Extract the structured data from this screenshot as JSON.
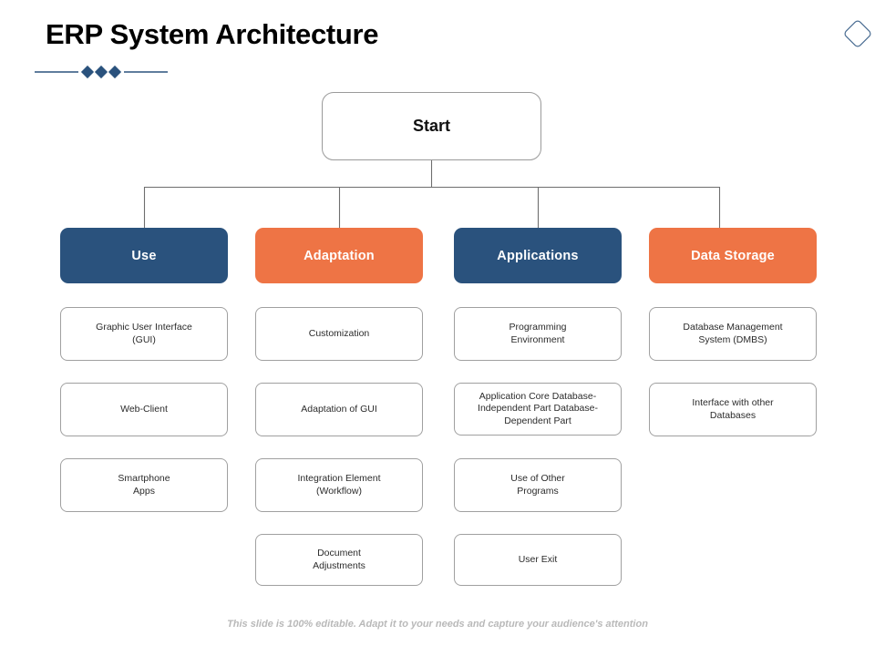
{
  "slide": {
    "title": "ERP System Architecture",
    "footer_note": "This slide is 100% editable. Adapt it to your needs and capture your audience's attention",
    "decor": {
      "title_rule_icon": "diamond-rule-icon",
      "corner_icon": "diamond-outline-icon"
    }
  },
  "colors": {
    "navy": "#2a527d",
    "orange": "#ee7445",
    "box_border": "#a0a0a0",
    "connector": "#6e6e6e",
    "footer_text": "#b9b9b9",
    "title_text": "#000000"
  },
  "chart_data": {
    "type": "diagram",
    "title": "ERP System Architecture",
    "root": "Start",
    "columns": [
      {
        "header": "Use",
        "color": "navy",
        "items": [
          "Graphic User Interface (GUI)",
          "Web-Client",
          "Smartphone Apps"
        ]
      },
      {
        "header": "Adaptation",
        "color": "orange",
        "items": [
          "Customization",
          "Adaptation of GUI",
          "Integration Element (Workflow)",
          "Document Adjustments"
        ]
      },
      {
        "header": "Applications",
        "color": "navy",
        "items": [
          "Programming Environment",
          "Application Core Database-Independent Part Database-Dependent Part",
          "Use of Other Programs",
          "User Exit"
        ]
      },
      {
        "header": "Data Storage",
        "color": "orange",
        "items": [
          "Database Management System (DMBS)",
          "Interface with other Databases"
        ]
      }
    ]
  },
  "nodes": {
    "start": "Start",
    "col1": {
      "header": "Use",
      "item1_line1": "Graphic User Interface",
      "item1_line2": "(GUI)",
      "item2_line1": "Web-Client",
      "item3_line1": "Smartphone",
      "item3_line2": "Apps"
    },
    "col2": {
      "header": "Adaptation",
      "item1_line1": "Customization",
      "item2_line1": "Adaptation of GUI",
      "item3_line1": "Integration Element",
      "item3_line2": "(Workflow)",
      "item4_line1": "Document",
      "item4_line2": "Adjustments"
    },
    "col3": {
      "header": "Applications",
      "item1_line1": "Programming",
      "item1_line2": "Environment",
      "item2_line1": "Application Core Database-",
      "item2_line2": "Independent Part Database-",
      "item2_line3": "Dependent Part",
      "item3_line1": "Use of Other",
      "item3_line2": "Programs",
      "item4_line1": "User Exit"
    },
    "col4": {
      "header": "Data Storage",
      "item1_line1": "Database Management",
      "item1_line2": "System (DMBS)",
      "item2_line1": "Interface with other",
      "item2_line2": "Databases"
    }
  }
}
